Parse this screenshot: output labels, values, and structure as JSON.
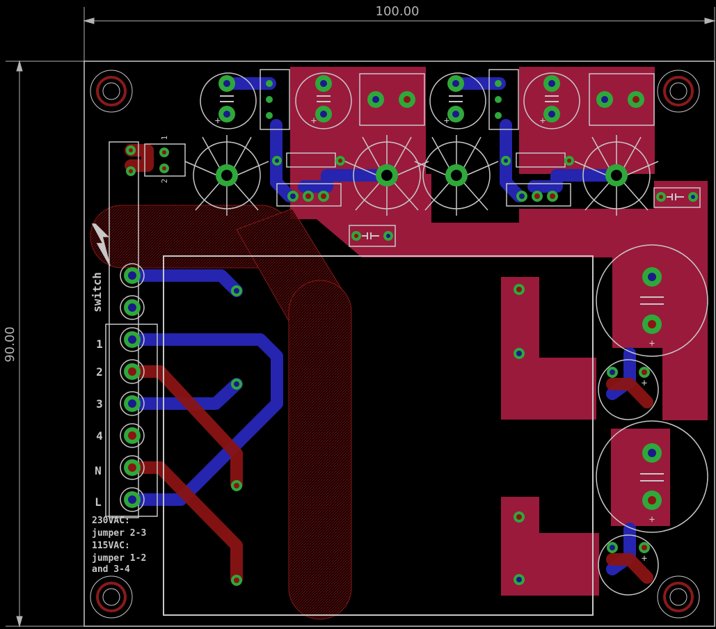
{
  "dimensions": {
    "width_label": "100.00",
    "height_label": "90.00"
  },
  "switch_label": "switch",
  "terminal_labels": [
    "1",
    "2",
    "3",
    "4",
    "N",
    "L"
  ],
  "notes": [
    "230VAC:",
    "jumper 2-3",
    "115VAC:",
    "jumper 1-2",
    "and 3-4"
  ],
  "jumper_pins": [
    "1",
    "2"
  ],
  "polarity_plus": "+",
  "colors": {
    "background": "#000000",
    "outline": "#c8c8c8",
    "top_copper": "#9a1a3c",
    "bottom_copper": "#2323a8",
    "pad_ring": "#2fa83a",
    "pad_hole": "#1a1a8c",
    "hatch": "#8a1a1a",
    "bottom_trace": "#2525b0",
    "top_trace": "#8a1414"
  }
}
